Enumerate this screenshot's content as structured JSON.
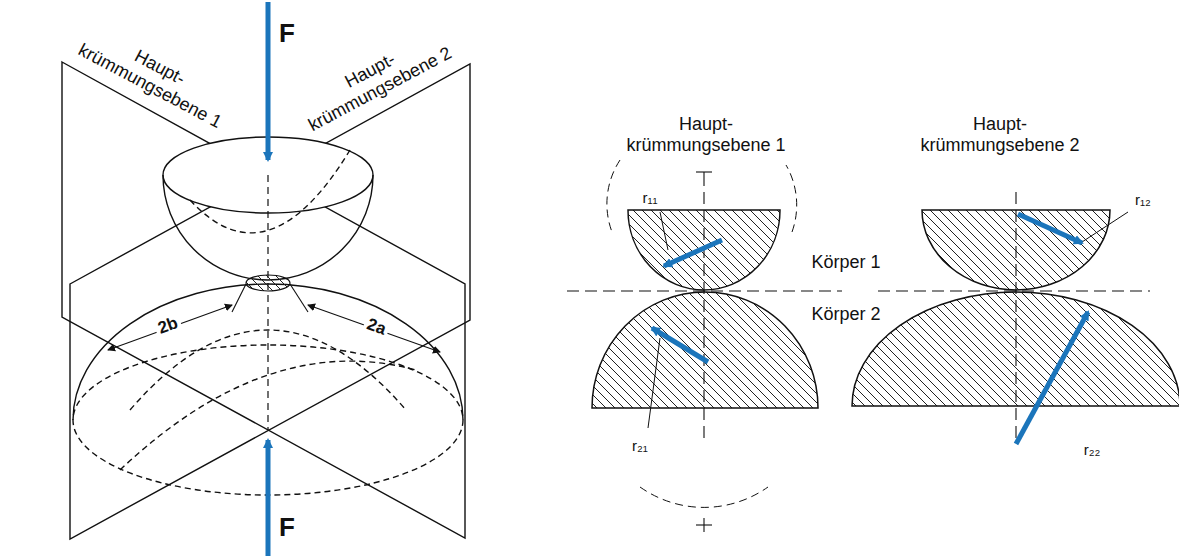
{
  "diagram": {
    "labels": [
      "Haupt- krümmungsebene 1",
      "Haupt- krümmungsebene 2",
      "F",
      "2b",
      "2a",
      "F",
      "Haupt- krümmungsebene 1",
      "Haupt- krümmungsebene 2",
      "r₁₁",
      "r₁₂",
      "Körper 1",
      "Körper 2",
      "r₂₁",
      "r₂₂"
    ]
  }
}
